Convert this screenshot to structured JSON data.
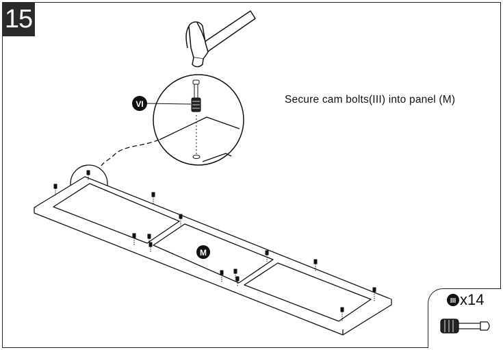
{
  "step": {
    "number": "15"
  },
  "instruction": {
    "text": "Secure cam bolts(III) into panel (M)"
  },
  "callouts": {
    "hardware_detail": "VI",
    "panel": "M"
  },
  "parts": {
    "cam_bolt_label": "III",
    "cam_bolt_qty": "x14"
  },
  "icons": [
    "hammer-icon",
    "cam-bolt-icon",
    "magnifier-detail-circle"
  ]
}
